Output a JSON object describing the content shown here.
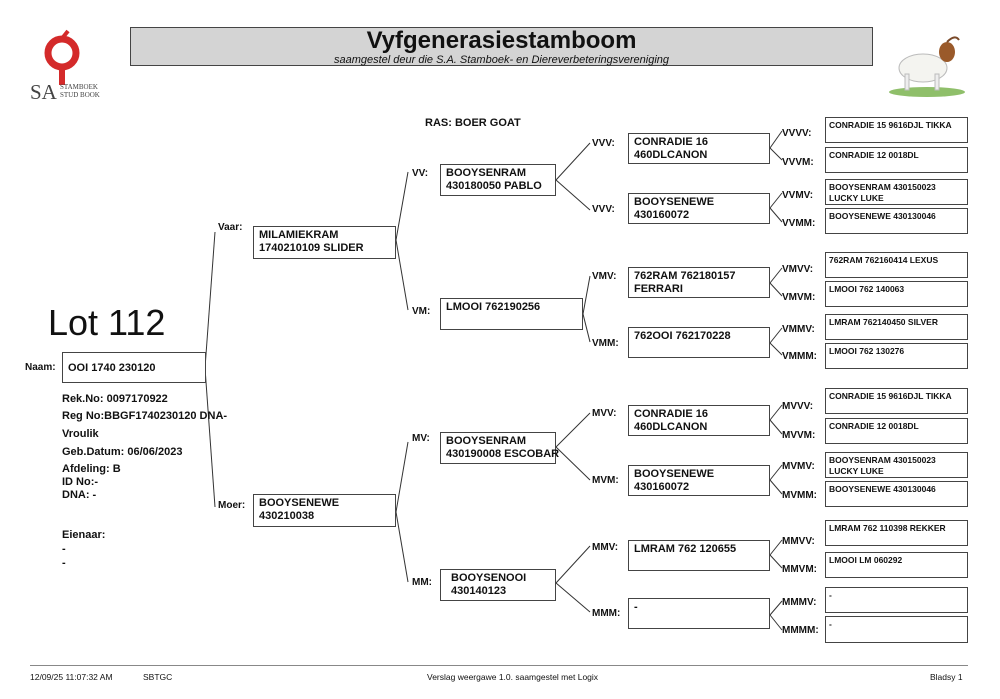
{
  "header": {
    "logo_text": "SA",
    "logo_subtext_1": "STAMBOEK",
    "logo_subtext_2": "STUD BOOK",
    "title": "Vyfgenerasiestamboom",
    "subtitle": "saamgestel deur die S.A. Stamboek- en Diereverbeteringsvereniging",
    "goat_image": "boer-goat-image"
  },
  "breed": "RAS: BOER GOAT",
  "lot": "Lot 112",
  "animal": {
    "naam_label": "Naam:",
    "naam": "OOI 1740 230120",
    "rek_no": "Rek.No: 0097170922",
    "reg_no": "Reg No:BBGF1740230120 DNA-",
    "reg_no_cont": "Vroulik",
    "geb_datum": "Geb.Datum: 06/06/2023",
    "afdeling": "Afdeling: B",
    "id_no": "ID No:-",
    "dna": "DNA: -",
    "eienaar_label": "Eienaar:",
    "eienaar_line1": "-",
    "eienaar_line2": "-"
  },
  "gen1": {
    "vaar": {
      "label": "Vaar:",
      "line1": "MILAMIEKRAM",
      "line2": "1740210109 SLIDER"
    },
    "moer": {
      "label": "Moer:",
      "line1": "BOOYSENEWE",
      "line2": "430210038"
    }
  },
  "gen2": {
    "vv": {
      "label": "VV:",
      "line1": "BOOYSENRAM",
      "line2": "430180050 PABLO"
    },
    "vm": {
      "label": "VM:",
      "line1": "LMOOI 762190256",
      "line2": ""
    },
    "mv": {
      "label": "MV:",
      "line1": "BOOYSENRAM",
      "line2": "430190008 ESCOBAR"
    },
    "mm": {
      "label": "MM:",
      "line1": "BOOYSENOOI",
      "line2": "430140123"
    }
  },
  "gen3": {
    "vvv": {
      "label": "VVV:",
      "line1": "CONRADIE 16",
      "line2": "460DLCANON"
    },
    "vvm": {
      "label": "VVV:",
      "line1": "BOOYSENEWE",
      "line2": "430160072"
    },
    "vmv": {
      "label": "VMV:",
      "line1": "762RAM 762180157",
      "line2": "FERRARI"
    },
    "vmm": {
      "label": "VMM:",
      "line1": "762OOI 762170228",
      "line2": ""
    },
    "mvv": {
      "label": "MVV:",
      "line1": "CONRADIE 16",
      "line2": "460DLCANON"
    },
    "mvm": {
      "label": "MVM:",
      "line1": "BOOYSENEWE",
      "line2": "430160072"
    },
    "mmv": {
      "label": "MMV:",
      "line1": "LMRAM 762 120655",
      "line2": ""
    },
    "mmm": {
      "label": "MMM:",
      "line1": "-",
      "line2": ""
    }
  },
  "gen4": {
    "vvvv": {
      "label": "VVVV:",
      "line1": "CONRADIE 15 9616DJL TIKKA",
      "line2": ""
    },
    "vvvm": {
      "label": "VVVM:",
      "line1": "CONRADIE 12 0018DL",
      "line2": ""
    },
    "vvmv": {
      "label": "VVMV:",
      "line1": "BOOYSENRAM 430150023",
      "line2": "LUCKY LUKE"
    },
    "vvmm": {
      "label": "VVMM:",
      "line1": "BOOYSENEWE 430130046",
      "line2": ""
    },
    "vmvv": {
      "label": "VMVV:",
      "line1": "762RAM 762160414 LEXUS",
      "line2": ""
    },
    "vmvm": {
      "label": "VMVM:",
      "line1": "LMOOI 762 140063",
      "line2": ""
    },
    "vmmv": {
      "label": "VMMV:",
      "line1": "LMRAM 762140450 SILVER",
      "line2": ""
    },
    "vmmm": {
      "label": "VMMM:",
      "line1": "LMOOI 762 130276",
      "line2": ""
    },
    "mvvv": {
      "label": "MVVV:",
      "line1": "CONRADIE 15 9616DJL TIKKA",
      "line2": ""
    },
    "mvvm": {
      "label": "MVVM:",
      "line1": "CONRADIE 12 0018DL",
      "line2": ""
    },
    "mvmv": {
      "label": "MVMV:",
      "line1": "BOOYSENRAM 430150023",
      "line2": "LUCKY LUKE"
    },
    "mvmm": {
      "label": "MVMM:",
      "line1": "BOOYSENEWE 430130046",
      "line2": ""
    },
    "mmvv": {
      "label": "MMVV:",
      "line1": "LMRAM 762 110398 REKKER",
      "line2": ""
    },
    "mmvm": {
      "label": "MMVM:",
      "line1": "LMOOI LM 060292",
      "line2": ""
    },
    "mmmv": {
      "label": "MMMV:",
      "line1": "-",
      "line2": ""
    },
    "mmmm": {
      "label": "MMMM:",
      "line1": "-",
      "line2": ""
    }
  },
  "footer": {
    "timestamp": "12/09/25 11:07:32 AM",
    "code": "SBTGC",
    "report": "Verslag weergawe 1.0. saamgestel met Logix",
    "page": "Bladsy 1"
  },
  "colors": {
    "logo_red": "#d42a2a",
    "title_bg": "#d4d4d4"
  }
}
